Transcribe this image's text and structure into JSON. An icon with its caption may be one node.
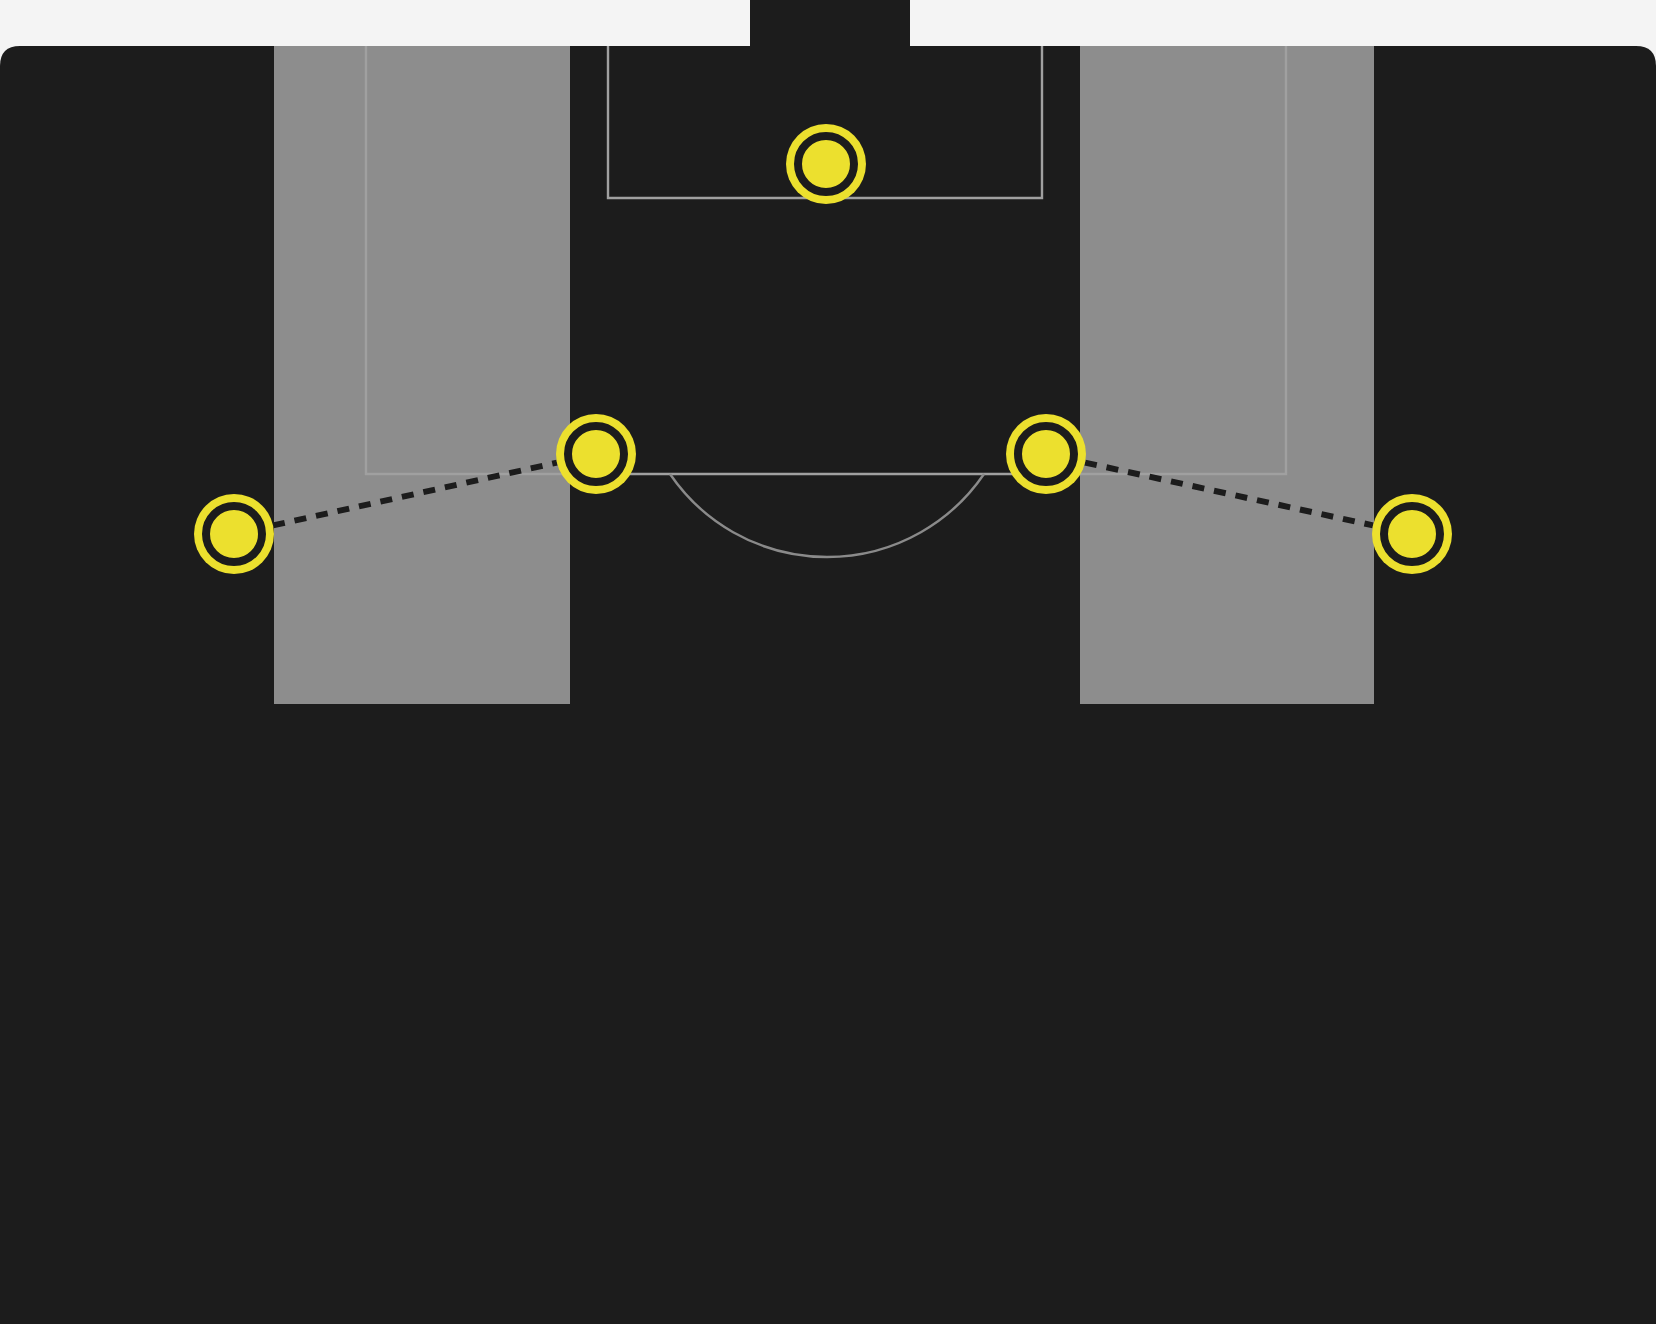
{
  "diagram": {
    "nodes": [
      {
        "text": [],
        "shape": "circle"
      },
      {
        "text": [],
        "shape": "circle"
      },
      {
        "text": [],
        "shape": "circle"
      },
      {
        "text": [],
        "shape": "circle"
      },
      {
        "text": [],
        "shape": "circle"
      }
    ],
    "edges": [
      {
        "from": 3,
        "to": 1,
        "arrow": "none",
        "style": "dashed"
      },
      {
        "from": 2,
        "to": 4,
        "arrow": "none",
        "style": "dashed"
      }
    ]
  }
}
